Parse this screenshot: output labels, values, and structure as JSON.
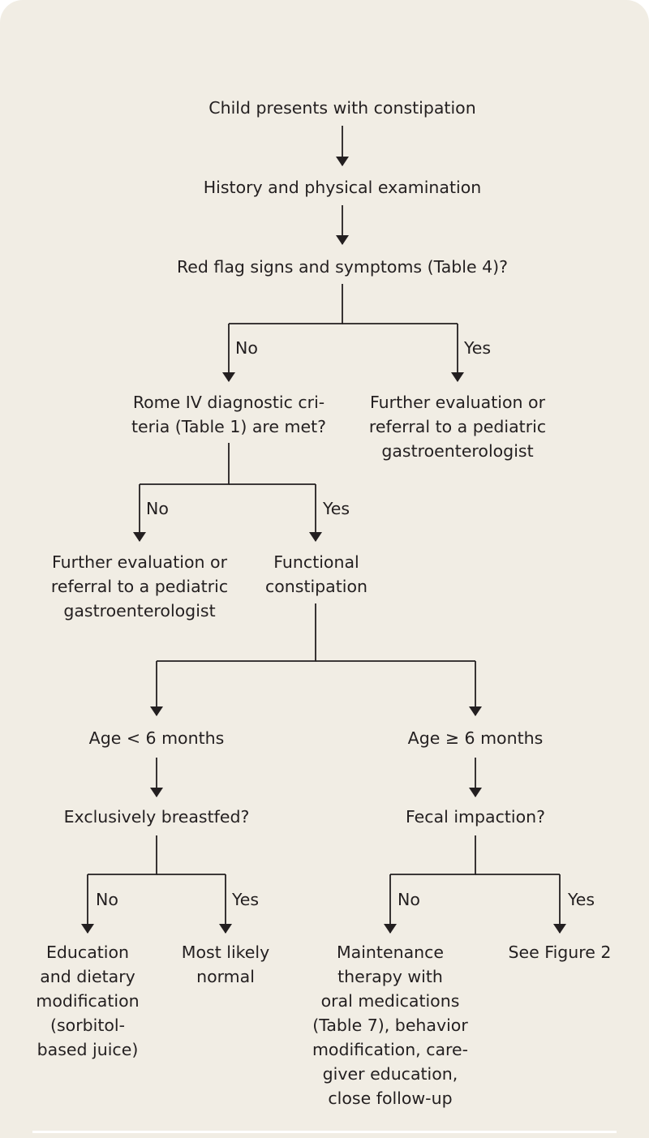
{
  "nodes": {
    "start": "Child presents with constipation",
    "history": "History and physical examination",
    "red_flags": "Red flag signs and symptoms (Table 4)?",
    "rome_line1": "Rome IV diagnostic cri-",
    "rome_line2": "teria (Table 1) are met?",
    "referral_a_line1": "Further evaluation or",
    "referral_a_line2": "referral to a pediatric",
    "referral_a_line3": "gastroenterologist",
    "referral_b_line1": "Further evaluation or",
    "referral_b_line2": "referral to a pediatric",
    "referral_b_line3": "gastroenterologist",
    "functional_line1": "Functional",
    "functional_line2": "constipation",
    "age_under": "Age < 6 months",
    "age_over": "Age ≥ 6 months",
    "breastfed": "Exclusively breastfed?",
    "impaction": "Fecal impaction?",
    "education_line1": "Education",
    "education_line2": "and dietary",
    "education_line3": "modification",
    "education_line4": "(sorbitol-",
    "education_line5": "based juice)",
    "normal_line1": "Most likely",
    "normal_line2": "normal",
    "maintenance_line1": "Maintenance",
    "maintenance_line2": "therapy with",
    "maintenance_line3": "oral medications",
    "maintenance_line4": "(Table 7), behavior",
    "maintenance_line5": "modification, care-",
    "maintenance_line6": "giver education,",
    "maintenance_line7": "close follow-up",
    "see_figure": "See Figure 2"
  },
  "labels": {
    "no": "No",
    "yes": "Yes"
  },
  "colors": {
    "background": "#f1ede4",
    "line": "#231f20",
    "text": "#231f20"
  }
}
